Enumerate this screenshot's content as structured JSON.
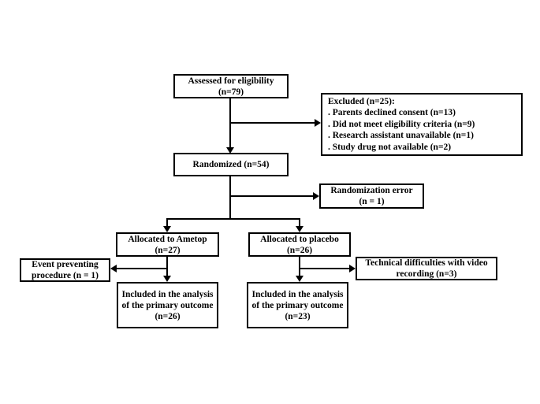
{
  "colors": {
    "box_border": "#000000",
    "text": "#000000",
    "background": "#ffffff",
    "connector": "#000000"
  },
  "boxes": {
    "assessed": {
      "lines": [
        "Assessed for eligibility",
        "(n=79)"
      ]
    },
    "excluded": {
      "title": "Excluded (n=25):",
      "items": [
        ". Parents declined consent (n=13)",
        ". Did not meet eligibility criteria (n=9)",
        ". Research assistant unavailable (n=1)",
        ". Study drug not available (n=2)"
      ]
    },
    "randomized": {
      "lines": [
        "Randomized (n=54)"
      ]
    },
    "randomization_error": {
      "lines": [
        "Randomization error",
        "(n = 1)"
      ]
    },
    "allocated_ametop": {
      "lines": [
        "Allocated to Ametop",
        "(n=27)"
      ]
    },
    "allocated_placebo": {
      "lines": [
        "Allocated to placebo",
        "(n=26)"
      ]
    },
    "event_preventing": {
      "lines": [
        "Event preventing",
        "procedure (n = 1)"
      ]
    },
    "technical_difficulties": {
      "lines": [
        "Technical difficulties with video",
        "recording (n=3)"
      ]
    },
    "included_ametop": {
      "lines": [
        "Included in the analysis",
        "of the primary outcome",
        "(n=26)"
      ]
    },
    "included_placebo": {
      "lines": [
        "Included in the analysis",
        "of the primary outcome",
        "(n=23)"
      ]
    }
  }
}
